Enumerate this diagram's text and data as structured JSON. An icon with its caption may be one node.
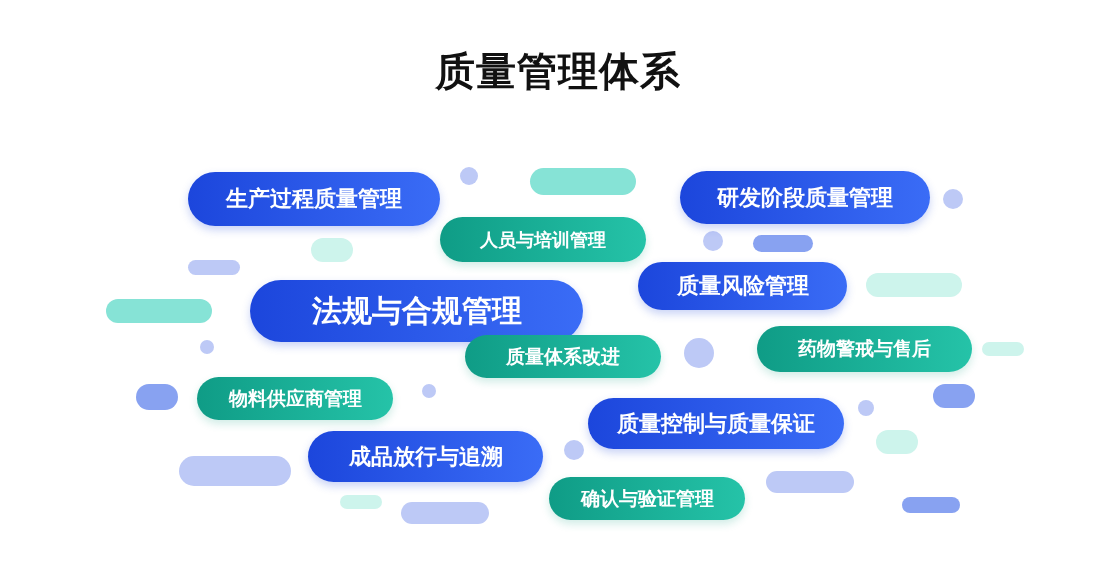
{
  "diagram": {
    "title": "质量管理体系",
    "nodes": [
      {
        "text": [
          "生产过程质量管理"
        ]
      },
      {
        "text": [
          "研发阶段质量管理"
        ]
      },
      {
        "text": [
          "人员与培训管理"
        ]
      },
      {
        "text": [
          "质量风险管理"
        ]
      },
      {
        "text": [
          "法规与合规管理"
        ]
      },
      {
        "text": [
          "药物警戒与售后"
        ]
      },
      {
        "text": [
          "质量体系改进"
        ]
      },
      {
        "text": [
          "物料供应商管理"
        ]
      },
      {
        "text": [
          "质量控制与质量保证"
        ]
      },
      {
        "text": [
          "成品放行与追溯"
        ]
      },
      {
        "text": [
          "确认与验证管理"
        ]
      }
    ],
    "edges": []
  }
}
